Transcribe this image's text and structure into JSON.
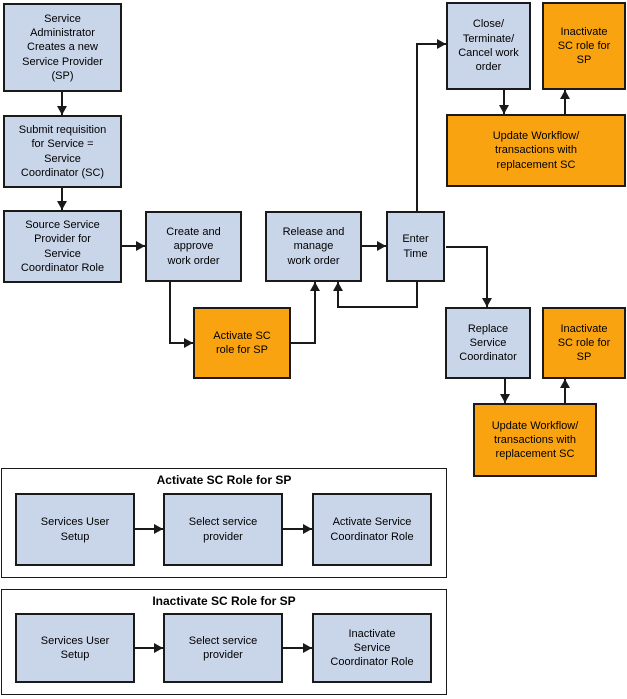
{
  "colors": {
    "background": "#ffffff",
    "box_blue": "#c9d5e9",
    "box_orange": "#f9a310",
    "border": "#1a1a1a",
    "arrow": "#1a1a1a"
  },
  "flow": {
    "boxes": {
      "service_admin": "Service\nAdministrator\nCreates a new\nService Provider\n(SP)",
      "submit_requisition": "Submit requisition\nfor Service =\nService\nCoordinator (SC)",
      "source_provider": "Source Service\nProvider for\nService\nCoordinator Role",
      "create_work_order": "Create and\napprove\nwork order",
      "release_work_order": "Release and\nmanage\nwork order",
      "enter_time": "Enter\nTime",
      "activate_sc_role": "Activate SC\nrole for SP",
      "close_work_order": "Close/\nTerminate/\nCancel work\norder",
      "inactivate_sc_top": "Inactivate\nSC role for\nSP",
      "update_workflow_top": "Update Workflow/\ntransactions with\nreplacement SC",
      "replace_sc": "Replace\nService\nCoordinator",
      "inactivate_sc_mid": "Inactivate\nSC role for\nSP",
      "update_workflow_mid": "Update Workflow/\ntransactions with\nreplacement SC"
    }
  },
  "sections": {
    "activate": {
      "title": "Activate SC Role for SP",
      "steps": [
        "Services User\nSetup",
        "Select service\nprovider",
        "Activate Service\nCoordinator Role"
      ]
    },
    "inactivate": {
      "title": "Inactivate SC Role for SP",
      "steps": [
        "Services User\nSetup",
        "Select service\nprovider",
        "Inactivate\nService\nCoordinator Role"
      ]
    }
  }
}
